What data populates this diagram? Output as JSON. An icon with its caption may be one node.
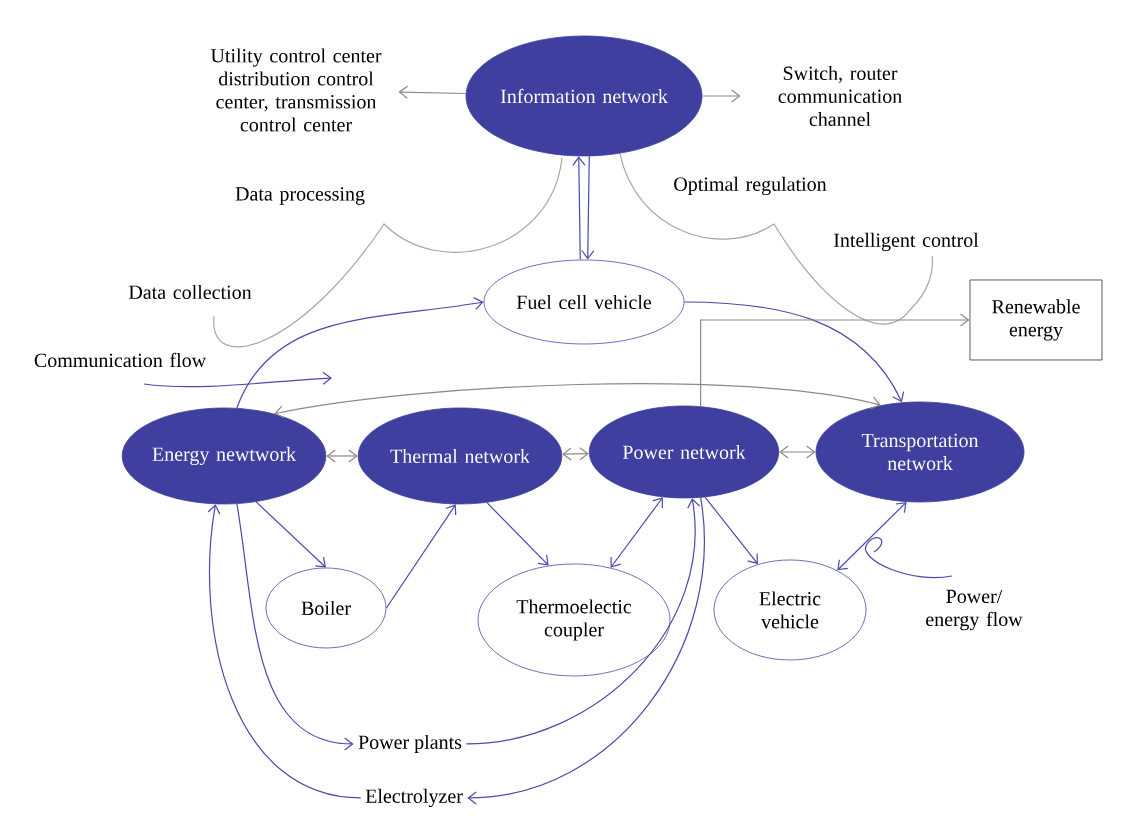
{
  "diagram": {
    "nodes": [
      {
        "text": [
          "Information network"
        ]
      },
      {
        "text": [
          "Utility control center distribution control center, transmission control center"
        ]
      },
      {
        "text": [
          "Switch, router communication channel"
        ]
      },
      {
        "text": [
          "Fuel cell vehicle"
        ]
      },
      {
        "text": [
          "Renewable energy"
        ]
      },
      {
        "text": [
          "Energy newtwork"
        ]
      },
      {
        "text": [
          "Thermal network"
        ]
      },
      {
        "text": [
          "Power network"
        ]
      },
      {
        "text": [
          "Transportation network"
        ]
      },
      {
        "text": [
          "Boiler"
        ]
      },
      {
        "text": [
          "Thermoelectic coupler"
        ]
      },
      {
        "text": [
          "Electric vehicle"
        ]
      },
      {
        "text": [
          "Power plants"
        ]
      },
      {
        "text": [
          "Electrolyzer"
        ]
      }
    ],
    "edges": [
      {
        "from": 0,
        "to": 1,
        "arrow": "to",
        "color": "#8a8a8a"
      },
      {
        "from": 0,
        "to": 2,
        "arrow": "to",
        "color": "#8a8a8a"
      },
      {
        "from": 3,
        "to": 0,
        "arrow": "to"
      },
      {
        "from": 0,
        "to": 3,
        "arrow": "to"
      },
      {
        "from": 5,
        "to": 3,
        "arrow": "to"
      },
      {
        "from": 3,
        "to": 8,
        "arrow": "to"
      },
      {
        "from": 5,
        "to": 8,
        "arrow": "both",
        "color": "#8a8a8a"
      },
      {
        "from": 7,
        "to": 4,
        "arrow": "to",
        "color": "#8a8a8a"
      },
      {
        "from": 5,
        "to": 6,
        "arrow": "both",
        "color": "#8a8a8a"
      },
      {
        "from": 6,
        "to": 7,
        "arrow": "both",
        "color": "#8a8a8a"
      },
      {
        "from": 7,
        "to": 8,
        "arrow": "both",
        "color": "#8a8a8a"
      },
      {
        "from": 5,
        "to": 9,
        "arrow": "to"
      },
      {
        "from": 9,
        "to": 6,
        "arrow": "to"
      },
      {
        "from": 6,
        "to": 10,
        "arrow": "to"
      },
      {
        "from": 7,
        "to": 10,
        "arrow": "both"
      },
      {
        "from": 7,
        "to": 11,
        "arrow": "to"
      },
      {
        "from": 8,
        "to": 11,
        "arrow": "both"
      },
      {
        "from": 5,
        "to": 12,
        "arrow": "to"
      },
      {
        "from": 12,
        "to": 7,
        "arrow": "to"
      },
      {
        "from": 7,
        "to": 13,
        "arrow": "to"
      },
      {
        "from": 13,
        "to": 5,
        "arrow": "to"
      }
    ],
    "labels": [
      "Data processing",
      "Optimal regulation",
      "Intelligent control",
      "Data collection",
      "Communication flow",
      "Power/ energy flow"
    ]
  }
}
